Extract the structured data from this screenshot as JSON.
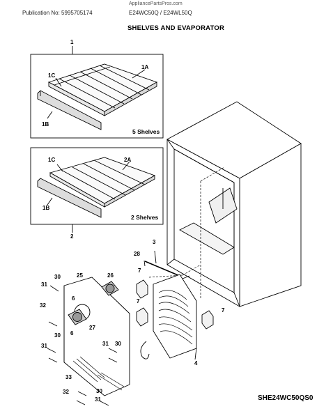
{
  "watermark": "AppliancePartsPros.com",
  "header": {
    "publication": "Publication No: 5995705174",
    "models": "E24WC50Q / E24WL50Q",
    "title": "SHELVES AND EVAPORATOR"
  },
  "boxes": {
    "five_shelves_label": "5 Shelves",
    "two_shelves_label": "2 Shelves"
  },
  "callouts": {
    "c1": "1",
    "c1a": "1A",
    "c1b": "1B",
    "c1c": "1C",
    "c1b_2": "1B",
    "c1c_2": "1C",
    "c2": "2",
    "c2a": "2A",
    "c3": "3",
    "c4": "4",
    "c6a": "6",
    "c6b": "6",
    "c7a": "7",
    "c7b": "7",
    "c7c": "7",
    "c25": "25",
    "c26": "26",
    "c27": "27",
    "c28": "28",
    "c30a": "30",
    "c30b": "30",
    "c30c": "30",
    "c30d": "30",
    "c31a": "31",
    "c31b": "31",
    "c31c": "31",
    "c31d": "31",
    "c32a": "32",
    "c32b": "32",
    "c33": "33"
  },
  "footer_code": "SHE24WC50QS0"
}
